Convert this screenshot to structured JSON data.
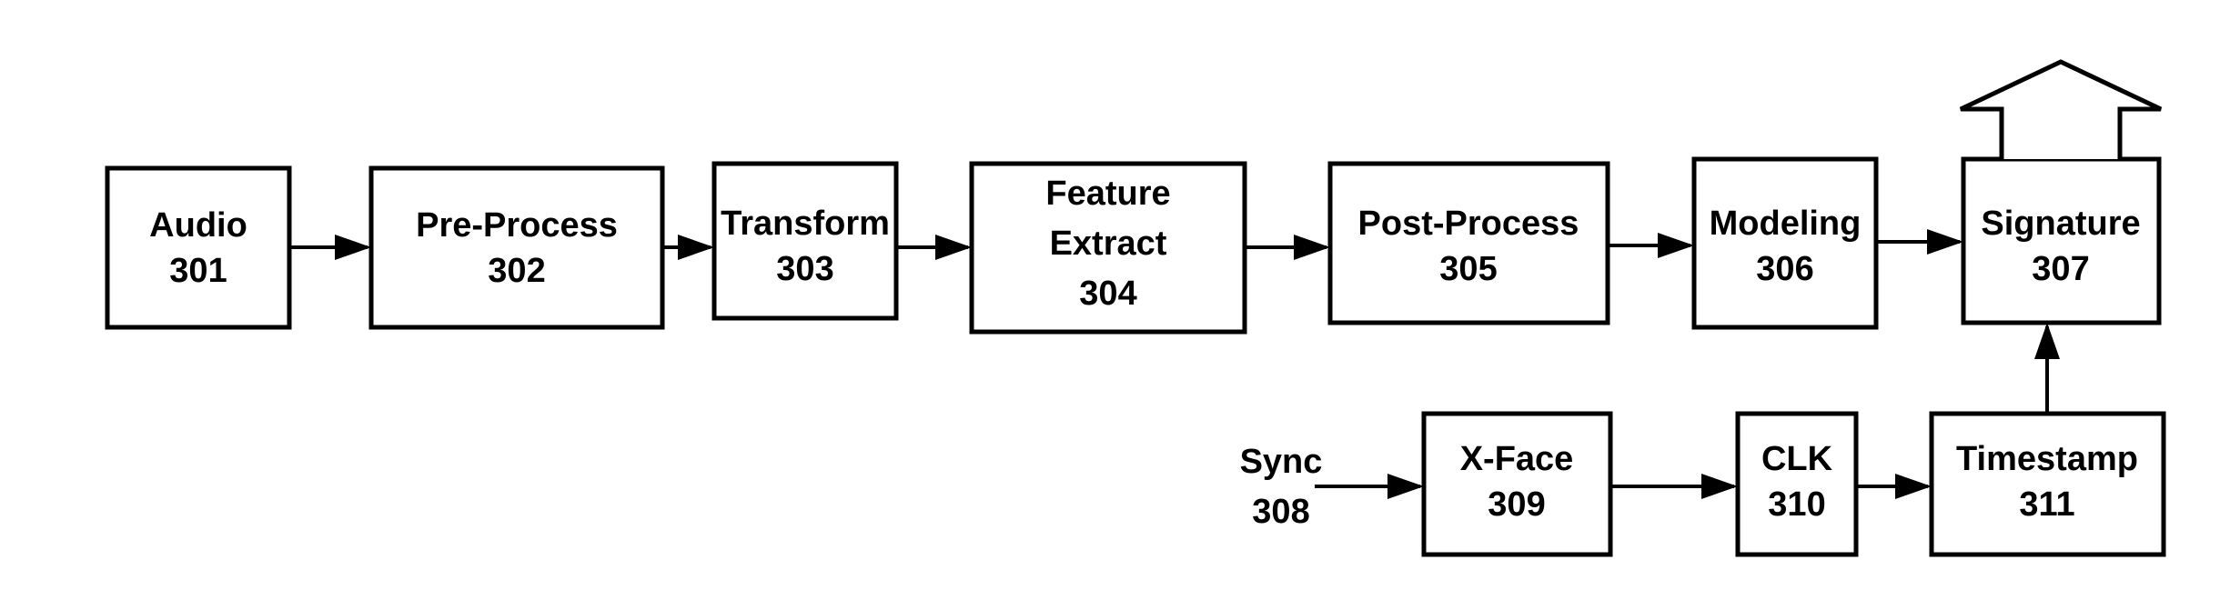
{
  "blocks": [
    {
      "id": "audio",
      "label": "Audio",
      "number": "301"
    },
    {
      "id": "pre_process",
      "label": "Pre-Process",
      "number": "302"
    },
    {
      "id": "transform",
      "label": "Transform",
      "number": "303"
    },
    {
      "id": "feature_extract",
      "label_line1": "Feature",
      "label_line2": "Extract",
      "number": "304"
    },
    {
      "id": "post_process",
      "label": "Post-Process",
      "number": "305"
    },
    {
      "id": "modeling",
      "label": "Modeling",
      "number": "306"
    },
    {
      "id": "signature",
      "label": "Signature",
      "number": "307"
    },
    {
      "id": "x_face",
      "label": "X-Face",
      "number": "309"
    },
    {
      "id": "clk",
      "label": "CLK",
      "number": "310"
    },
    {
      "id": "timestamp",
      "label": "Timestamp",
      "number": "311"
    }
  ],
  "sync_input": {
    "label": "Sync",
    "number": "308"
  }
}
